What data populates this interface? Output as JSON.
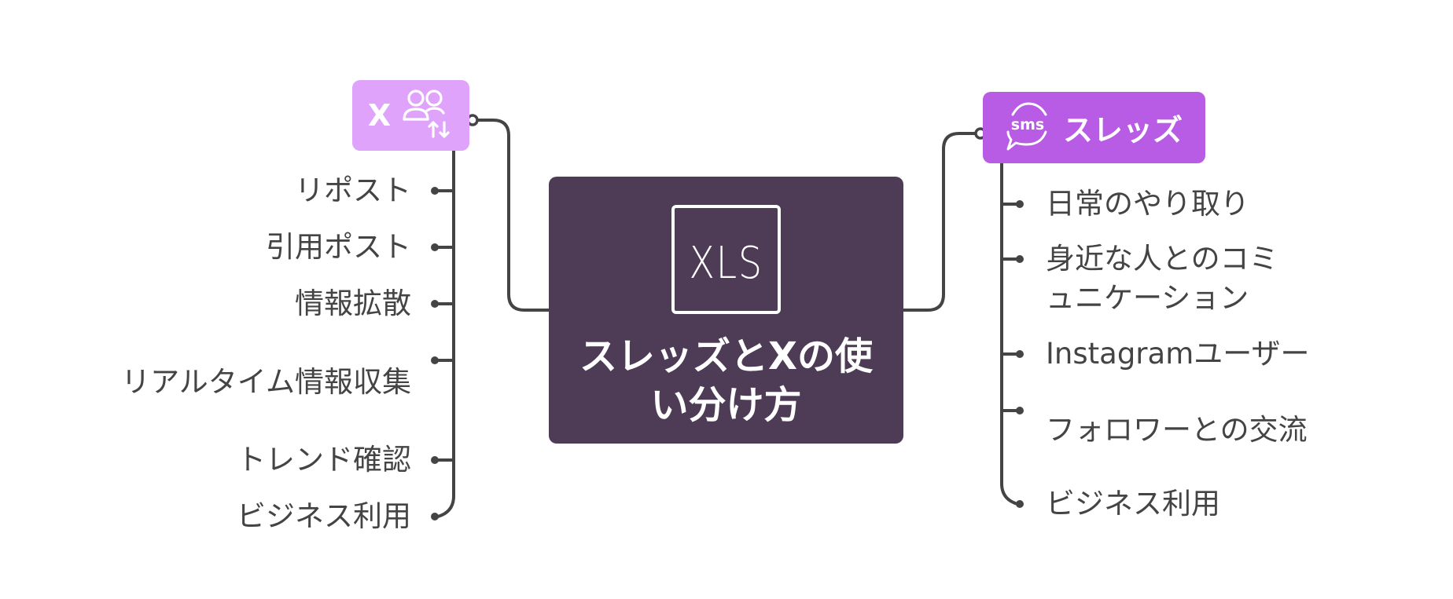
{
  "colors": {
    "x_node": "#e0a3fb",
    "threads_node": "#b85ce6",
    "center_node": "#4e3b56",
    "line": "#444444",
    "text": "#444444"
  },
  "center": {
    "icon": "xls-icon",
    "icon_text": "XLS",
    "title_lines": [
      "スレッズとXの使",
      "い分け方"
    ]
  },
  "x_branch": {
    "label": "X",
    "icon": "users-swap-icon",
    "items": [
      {
        "label": "リポスト"
      },
      {
        "label": "引用ポスト"
      },
      {
        "label": "情報拡散"
      },
      {
        "label": "リアルタイム情報収集"
      },
      {
        "label": "トレンド確認"
      },
      {
        "label": "ビジネス利用"
      }
    ]
  },
  "threads_branch": {
    "label": "スレッズ",
    "icon": "sms-chat-icon",
    "items": [
      {
        "lines": [
          "日常のやり取り"
        ]
      },
      {
        "lines": [
          "身近な人とのコミ",
          "ュニケーション"
        ]
      },
      {
        "lines": [
          "Instagramユーザー"
        ]
      },
      {
        "lines": [
          "フォロワーとの交流"
        ]
      },
      {
        "lines": [
          "ビジネス利用"
        ]
      }
    ]
  }
}
